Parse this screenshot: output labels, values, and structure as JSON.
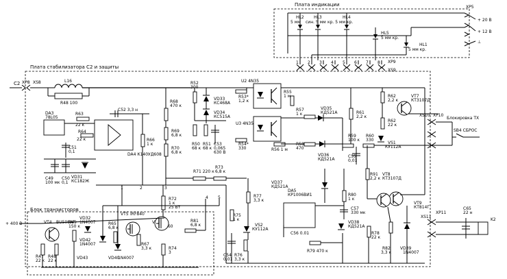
{
  "blocks": {
    "indication": "Плата индикации",
    "stabilizer": "Плата стабилизатора C2 и защиты",
    "transistors": "Блок транзисторов"
  },
  "connectors": {
    "xp5": "XP5",
    "xp9": "XP9",
    "xs9": "XS9",
    "xp8": "XP8",
    "xs8": "XS8",
    "xs10": "XS10",
    "xp10": "XP10",
    "xs11": "XS11",
    "xp11": "XP11",
    "c2": "C2",
    "plus20": "+ 20 В",
    "plus12": "+ 12 В",
    "plus400": "+ 400 В",
    "gnd": "⊥"
  },
  "indicators": [
    {
      "ref": "HL2",
      "desc": "5 мм"
    },
    {
      "ref": "HL3",
      "desc": "син. 5 мм"
    },
    {
      "ref": "HL4",
      "desc": "кр. 5 мм кр."
    },
    {
      "ref": "HL5",
      "desc": "5 мм кр."
    },
    {
      "ref": "HL1",
      "desc": "5 мм кр."
    }
  ],
  "components": {
    "l16": "L16",
    "r48": "R48 100",
    "da3": "DA3",
    "da3v": "78L05",
    "r63": "R63",
    "r63v": "22 к",
    "r64": "R64",
    "r64v": "22 к",
    "c52": "C52 3,3 н",
    "c51": "C51",
    "c51v": "0,1",
    "c49": "C49",
    "c49v": "100 мк",
    "c50": "C50",
    "c50v": "0,1",
    "vd31": "VD31",
    "vd31v": "КС182Ж",
    "da4": "DA4  К140УД608",
    "r66": "R66",
    "r66v": "1 к",
    "r68": "R68",
    "r68v": "470 к",
    "r69": "R69",
    "r69v": "6,8 к",
    "r70": "R70",
    "r70v": "6,8 к",
    "r52": "R52",
    "r52v": "300",
    "vd33": "VD33",
    "vd33v": "КС468А",
    "vd34": "VD34",
    "vd34v": "КС515А",
    "r50": "R50",
    "r50v": "68 к",
    "r51": "R51",
    "r51v": "68 к",
    "c53": "C53",
    "c53v": "0,065",
    "c53v2": "630 В",
    "r53": "R53*",
    "r53v": "1,2 к",
    "r54": "R54*",
    "r54v": "330",
    "u2": "U2  4N35",
    "u3": "U3  4N35",
    "r55": "R55",
    "r55v": "1 м",
    "r56": "R56  1 м",
    "r57": "R57",
    "r57v": "1 к",
    "r58": "R58",
    "r58v": "470",
    "vd35": "VD35",
    "vd35v": "КД521А",
    "vd36": "VD36",
    "vd36v": "КД521А",
    "r59": "R59",
    "r59v": "100 к",
    "c55": "C55",
    "c55v": "0,01",
    "r60": "R60",
    "r60v": "330",
    "vs1": "VS1",
    "vs1v": "КУ112А",
    "r61": "R61",
    "r61v": "2,2 к",
    "r62a": "R62",
    "r62av": "2,2 к",
    "r62b": "R62",
    "r62bv": "22 к",
    "vt7": "VT7",
    "vt7v": "КТ3107Д",
    "r71": "R71  220 к",
    "r73": "R73",
    "r73v": "6,8 к",
    "r72": "R72",
    "r72v": "1 к",
    "r72v2": "25 Вт",
    "r77": "R77",
    "r77v": "3,3 к",
    "r75": "R75",
    "r75v": "1 к",
    "vs2": "VS2",
    "vs2v": "КУ112А",
    "c54": "C54",
    "c54v": "0,01",
    "r76": "R76",
    "r76v": "3,3 к",
    "vd37": "VD37",
    "vd37v": "КД521А",
    "da5": "DA5",
    "da5v": "КР1006ВИ1",
    "r80": "R80",
    "r80v": "1 к",
    "c57": "C57",
    "c57v": "330 мк",
    "c56": "C56  0.01",
    "vd38": "VD38",
    "vd38v": "КД521А",
    "r79": "R79  470 к",
    "r91": "R91",
    "r91v": "2,2 к",
    "vt8": "VT8",
    "vt8v": "КТ3107Д",
    "vt9": "VT9",
    "vt9v": "КТ814Г",
    "r78": "R78",
    "r78v": "22 к",
    "r82": "R82",
    "r82v": "3,3 к",
    "vd39": "VD39",
    "vd39v": "1N4007",
    "c65": "C65",
    "c65v": "22 н",
    "k2": "K2",
    "sb4": "SB4  СБРОС",
    "block_tx": "Блокировка TX",
    "vt4": "VT4",
    "vt4v": "BU508AF",
    "r49": "R49",
    "r49v": "150 к",
    "vd32": "VD32",
    "vd32v": "1N4007",
    "vd42": "VD42",
    "vd42v": "1N4007",
    "vd43": "VD43",
    "vd40": "VD40",
    "vd40v": "1N4007",
    "vt5": "VT5",
    "vt5v": "IRF840",
    "vt6": "VT6",
    "vt6v": "IRFP460",
    "r65": "R65",
    "r65v": "6,8 к",
    "r67": "R67",
    "r67v": "3,3 к",
    "r74": "R74",
    "r74v": "3",
    "r81": "R81",
    "r81v": "6,8 к",
    "r47": "R47",
    "r47v": "22 к",
    "r48b": "R48",
    "r48bv": "22 к"
  },
  "pins": {
    "n1": "1",
    "n2": "2",
    "n3": "3",
    "n4": "4",
    "n5": "5",
    "n6": "6",
    "n7": "7",
    "n8": "8"
  }
}
